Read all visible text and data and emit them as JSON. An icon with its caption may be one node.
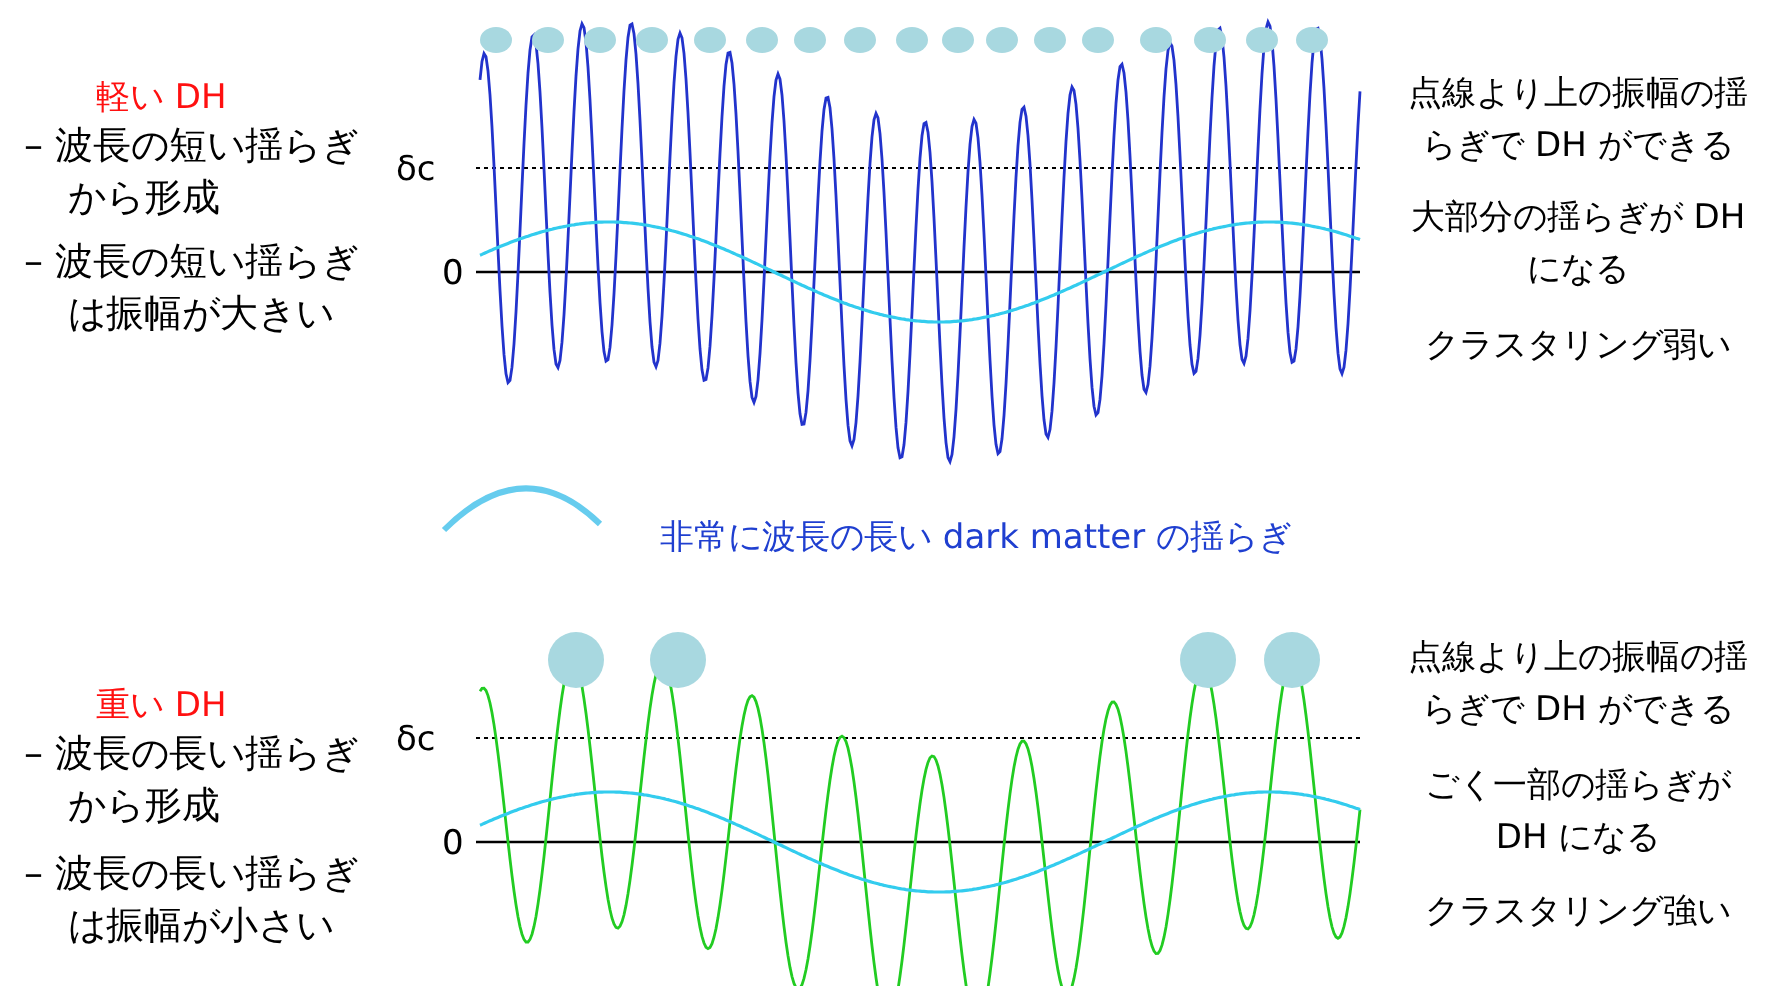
{
  "diagram": {
    "labels": [
      "軽い DH",
      "– 波長の短い揺らぎから形成",
      "– 波長の短い揺らぎは振幅が大きい",
      "δc",
      "0",
      "点線より上の振幅の揺らぎで DH ができる",
      "大部分の揺らぎが DH になる",
      "クラスタリング弱い",
      "重い DH",
      "– 波長の長い揺らぎから形成",
      "– 波長の長い揺らぎは振幅が小さい",
      "δc",
      "0",
      "点線より上の振幅の揺らぎで DH ができる",
      "ごく一部の揺らぎが DH になる",
      "クラスタリング強い"
    ],
    "legend": [
      {
        "text": "非常に波長の長い dark matter の揺らぎ"
      }
    ]
  }
}
